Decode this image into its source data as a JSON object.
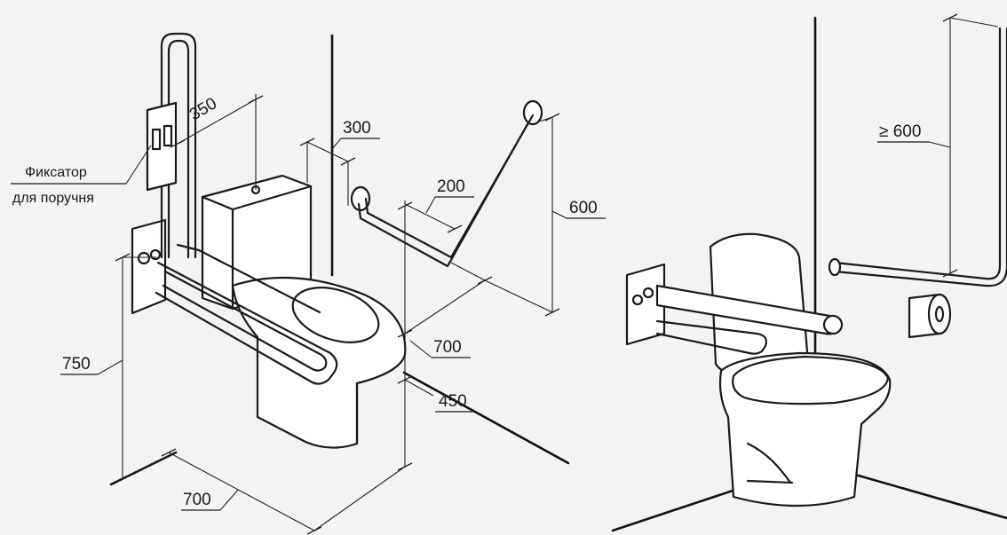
{
  "labels": {
    "fixator_line1": "Фиксатор",
    "fixator_line2": "для поручня",
    "dim_350": "350",
    "dim_300": "300",
    "dim_200": "200",
    "dim_600": "600",
    "dim_700_depth": "700",
    "dim_450": "450",
    "dim_750": "750",
    "dim_700_width": "700",
    "dim_ge_600": "≥ 600"
  }
}
